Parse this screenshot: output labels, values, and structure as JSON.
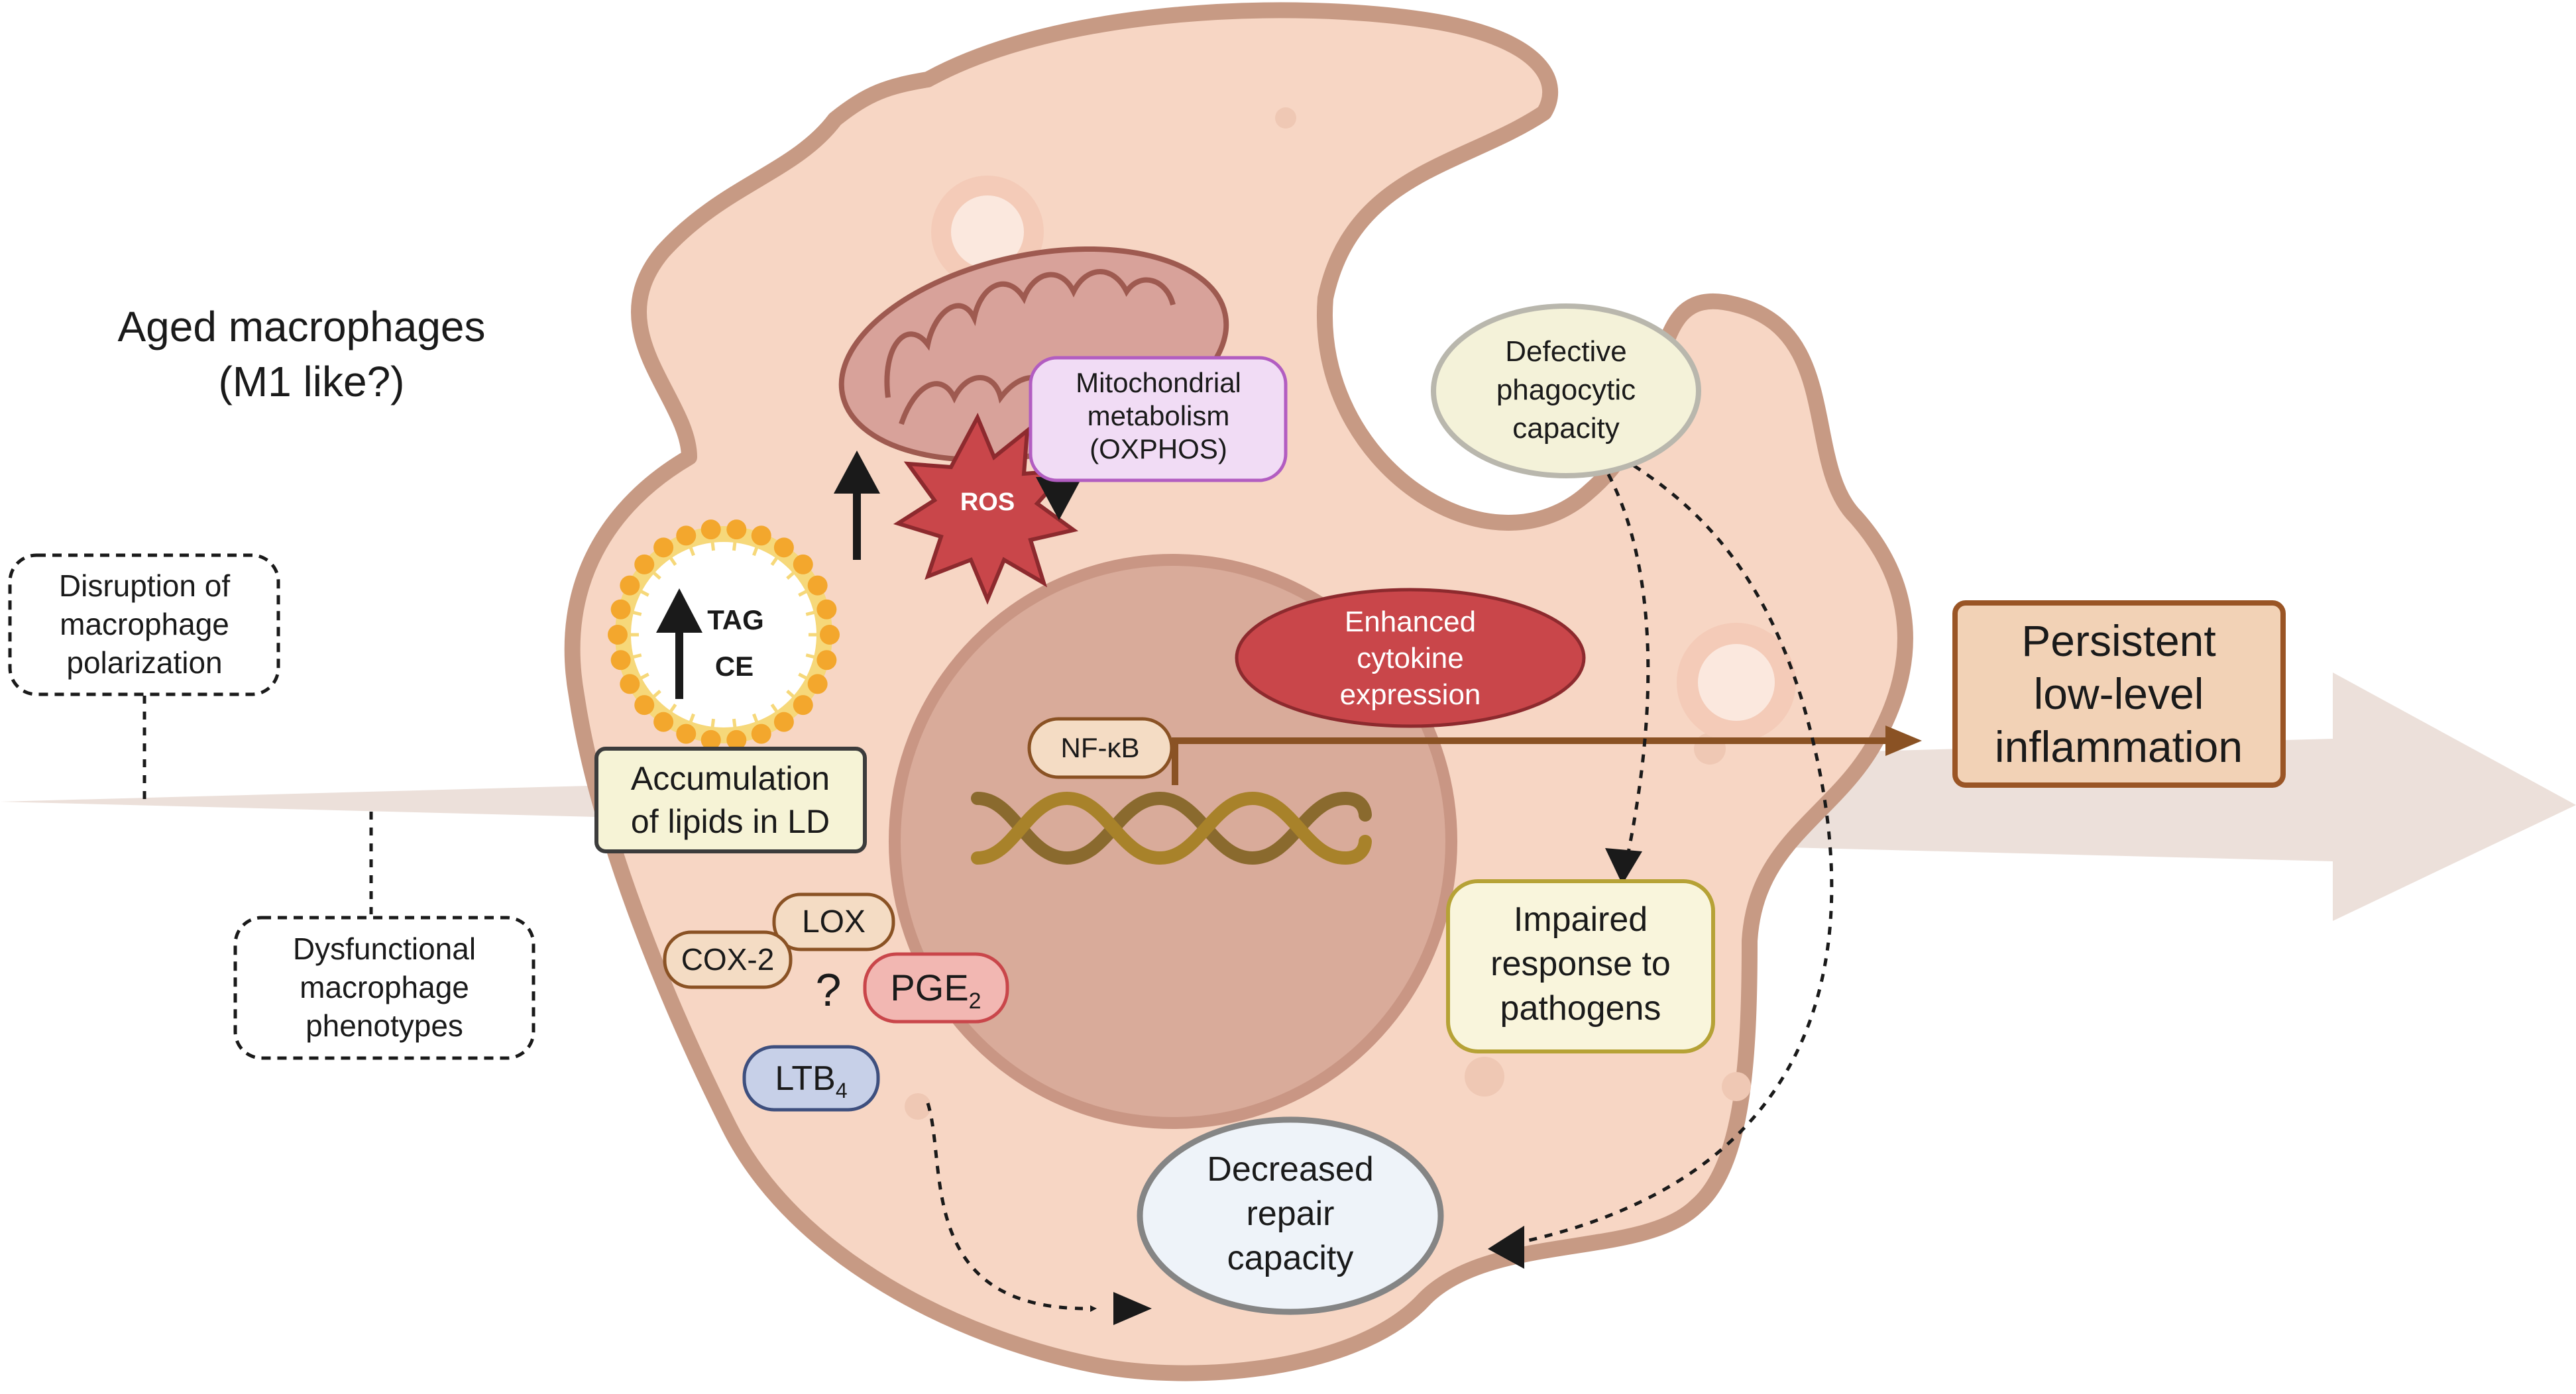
{
  "title": {
    "line1": "Aged macrophages",
    "line2": "(M1 like?)"
  },
  "left_boxes": {
    "polarization": [
      "Disruption of",
      "macrophage",
      "polarization"
    ],
    "phenotypes": [
      "Dysfunctional",
      "macrophage",
      "phenotypes"
    ]
  },
  "mito": {
    "label": [
      "Mitochondrial",
      "metabolism",
      "(OXPHOS)"
    ],
    "ros": "ROS"
  },
  "lipid": {
    "tag": "TAG",
    "ce": "CE",
    "label": [
      "Accumulation",
      "of lipids in LD"
    ]
  },
  "nucleus": {
    "nfkb": "NF-κB",
    "cytokine": [
      "Enhanced",
      "cytokine",
      "expression"
    ]
  },
  "mediators": {
    "lox": "LOX",
    "cox2": "COX-2",
    "question": "?",
    "pge2_base": "PGE",
    "pge2_sub": "2",
    "ltb4_base": "LTB",
    "ltb4_sub": "4"
  },
  "outcomes": {
    "phagocytic": [
      "Defective",
      "phagocytic",
      "capacity"
    ],
    "pathogens": [
      "Impaired",
      "response to",
      "pathogens"
    ],
    "repair": [
      "Decreased",
      "repair",
      "capacity"
    ],
    "inflammation": [
      "Persistent",
      "low-level",
      "inflammation"
    ]
  },
  "colors": {
    "cell_fill": "#f7d6c4",
    "cell_border": "#c79a84",
    "nucleus": "#d9ab9a",
    "mito": "#d8a29a",
    "ros": "#c9464a",
    "lipid": "#f3a72d",
    "arrow": "#ece0da",
    "nfkb_arrow": "#8a5224",
    "cytokine": "#c9464a",
    "mito_label_bg": "#f1dcf5",
    "mito_label_border": "#b25dc1",
    "lipid_label_bg": "#f6f3d6",
    "inflammation_bg": "#f2d2b6",
    "inflammation_border": "#9a5525",
    "pathogens_bg": "#f9f5dc",
    "pathogens_border": "#b6a236",
    "phagocytic_bg": "#f4f2d9",
    "repair_bg": "#eef3f9",
    "lox_bg": "#f4dcc4",
    "pge2_bg": "#f2b7b2",
    "ltb4_bg": "#c7d0e8"
  }
}
